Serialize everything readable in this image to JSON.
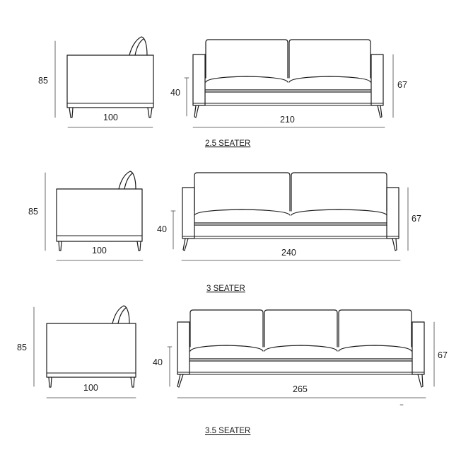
{
  "sections": [
    {
      "title": "2.5 SEATER",
      "side_depth": "100",
      "side_height": "85",
      "front_width": "210",
      "seat_height": "40",
      "arm_height": "67",
      "seat_cushions": 2
    },
    {
      "title": "3 SEATER",
      "side_depth": "100",
      "side_height": "85",
      "front_width": "240",
      "seat_height": "40",
      "arm_height": "67",
      "seat_cushions": 2
    },
    {
      "title": "3.5 SEATER",
      "side_depth": "100",
      "side_height": "85",
      "front_width": "265",
      "seat_height": "40",
      "arm_height": "67",
      "seat_cushions": 3
    }
  ],
  "colors": {
    "line": "#1a1a1a",
    "dim_line": "#444444",
    "background": "#ffffff"
  }
}
